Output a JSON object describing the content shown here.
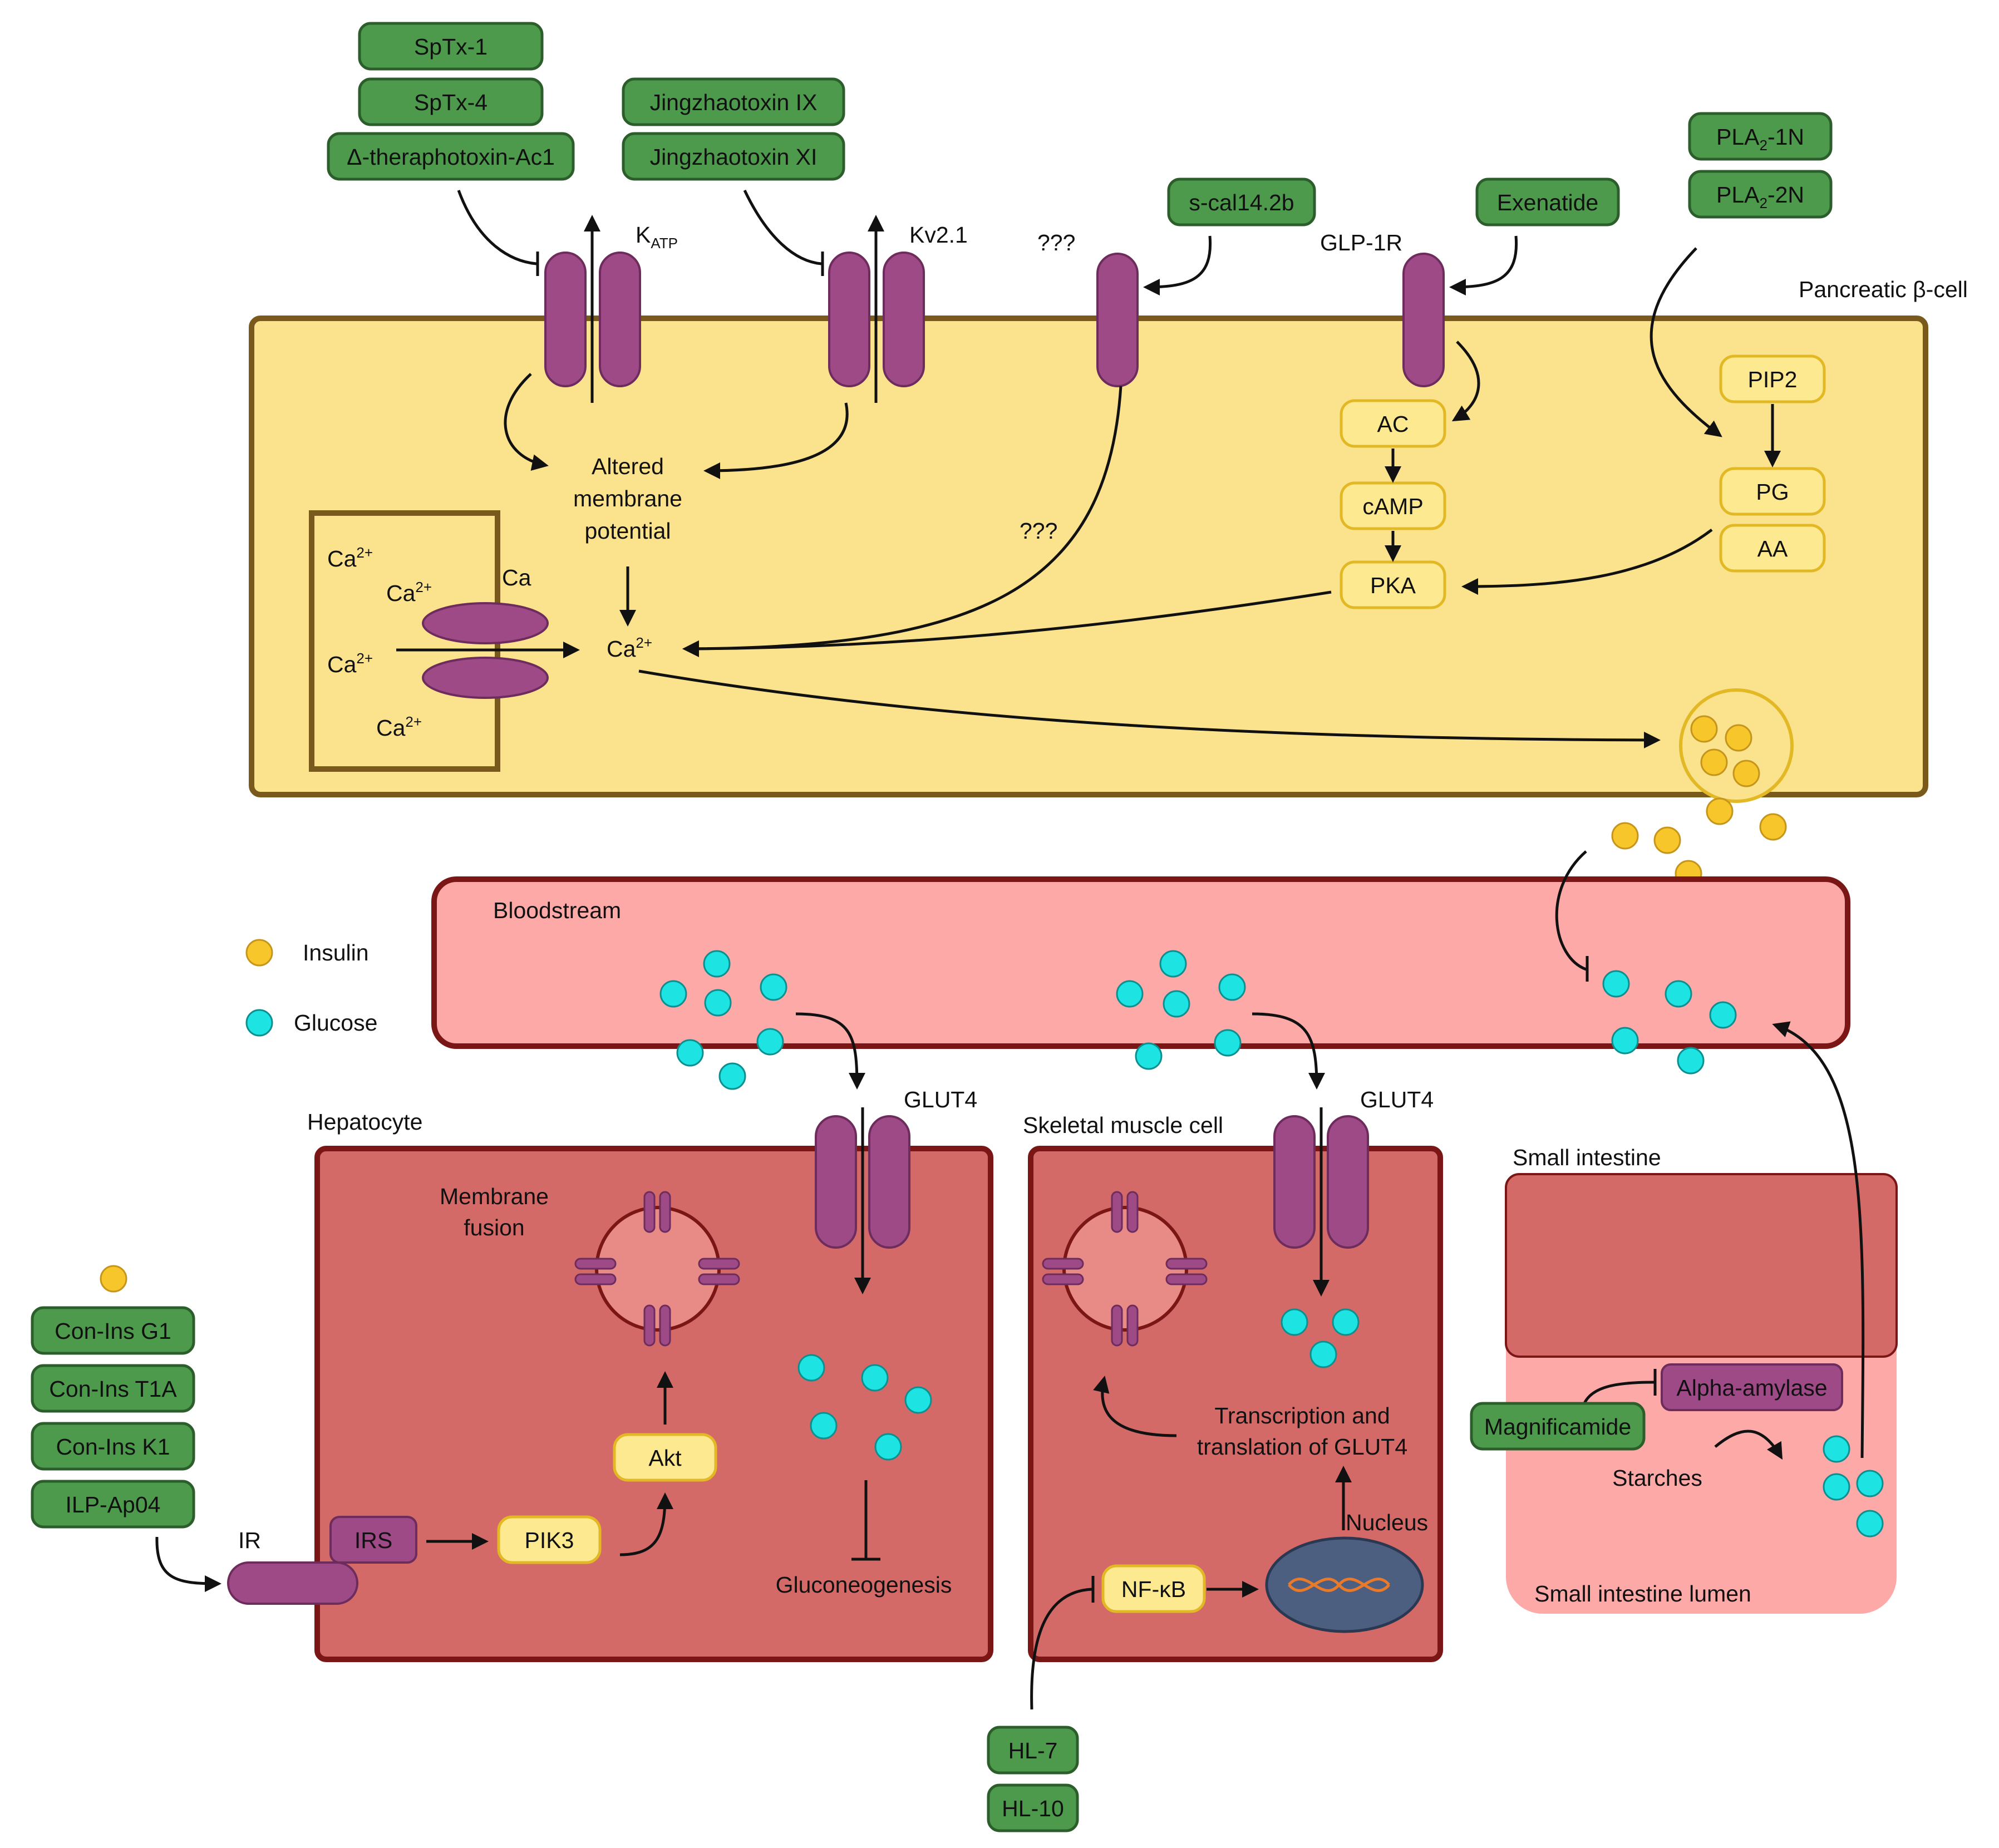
{
  "colors": {
    "toxin_fill": "#4e9a4c",
    "toxin_stroke": "#2c5e2b",
    "protein_fill": "#9e4a87",
    "protein_stroke": "#6e2c5d",
    "beta_cell_fill": "#fbe38e",
    "beta_cell_stroke": "#7a5a1c",
    "signal_box_fill": "#fde990",
    "signal_box_stroke": "#e2b825",
    "bloodstream_fill": "#fda9a8",
    "bloodstream_stroke": "#7b1616",
    "tissue_cell_fill": "#d46a68",
    "tissue_cell_stroke": "#7b1616",
    "insulin": "#f6c62b",
    "glucose": "#1de3e3",
    "nucleus_fill": "#4d5f80"
  },
  "legend": {
    "insulin": "Insulin",
    "glucose": "Glucose"
  },
  "toxins": {
    "katp": [
      "SpTx-1",
      "SpTx-4",
      "Δ-theraphotoxin-Ac1"
    ],
    "kv21": [
      "Jingzhaotoxin IX",
      "Jingzhaotoxin XI"
    ],
    "unknown_receptor": "s-cal14.2b",
    "glp1r": "Exenatide",
    "pla2": [
      "PLA",
      "PLA"
    ],
    "pla2_sub": "2",
    "pla2_suffix": [
      "-1N",
      "-2N"
    ],
    "insulin_mimetics": [
      "Con-Ins G1",
      "Con-Ins T1A",
      "Con-Ins K1",
      "ILP-Ap04"
    ],
    "nfkb_inhibitors": [
      "HL-7",
      "HL-10"
    ],
    "amylase_inhibitor": "Magnificamide"
  },
  "beta_cell": {
    "title": "Pancreatic β-cell",
    "katp_label": "K",
    "katp_sub": "ATP",
    "kv_label": "Kv2.1",
    "unknown_label": "???",
    "unknown_path_label": "???",
    "glp1r_label": "GLP-1R",
    "membrane_potential": [
      "Altered",
      "membrane",
      "potential"
    ],
    "ca_channel_label": "Ca",
    "ca_ion": "Ca",
    "ca_ion_sup": "2+",
    "ac": "AC",
    "camp": "cAMP",
    "pka": "PKA",
    "pip2": "PIP2",
    "pg": "PG",
    "aa": "AA"
  },
  "bloodstream": {
    "title": "Bloodstream"
  },
  "hepatocyte": {
    "title": "Hepatocyte",
    "glut4": "GLUT4",
    "membrane_fusion": [
      "Membrane",
      "fusion"
    ],
    "ir": "IR",
    "irs": "IRS",
    "pik3": "PIK3",
    "akt": "Akt",
    "gluconeogenesis": "Gluconeogenesis"
  },
  "muscle": {
    "title": "Skeletal muscle cell",
    "glut4": "GLUT4",
    "transcription": [
      "Transcription and",
      "translation of GLUT4"
    ],
    "nucleus": "Nucleus",
    "nfkb": "NF-κB"
  },
  "intestine": {
    "title": "Small intestine",
    "lumen": "Small intestine lumen",
    "alpha_amylase": "Alpha-amylase",
    "starches": "Starches"
  }
}
